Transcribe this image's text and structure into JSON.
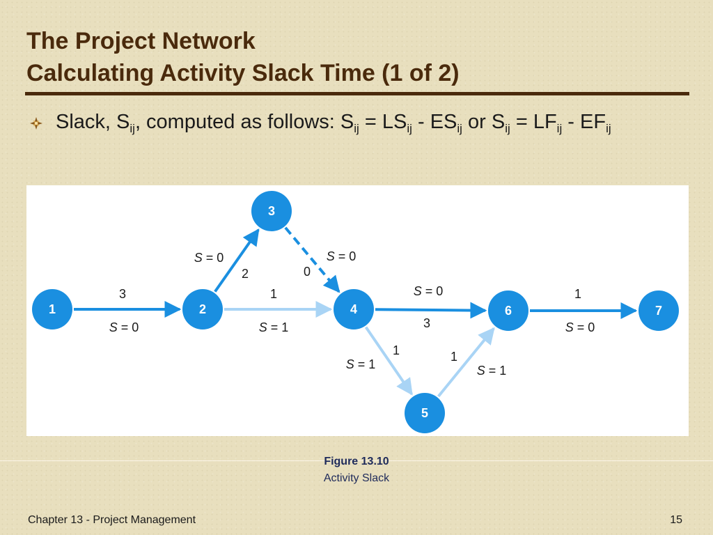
{
  "slide": {
    "title_line1": "The Project Network",
    "title_line2": "Calculating Activity Slack Time (1 of 2)",
    "bullet": {
      "part1": "Slack, S",
      "sub1": "ij",
      "part2": ", computed as follows:  S",
      "sub2": "ij",
      "part3": " = LS",
      "sub3": "ij",
      "part4": " - ES",
      "sub4": "ij",
      "part5": " or S",
      "sub5": "ij",
      "part6": " = LF",
      "sub6": "ij",
      "part7": " - EF",
      "sub7": "ij"
    },
    "figure_number": "Figure 13.10",
    "figure_caption": "Activity Slack",
    "footer_left": "Chapter 13 - Project Management",
    "footer_right": "15"
  },
  "colors": {
    "title": "#4a2a0c",
    "node": "#1a8fe0",
    "critical_edge": "#1a8fe0",
    "noncritical_edge": "#a9d4f5"
  },
  "network": {
    "nodes": [
      {
        "id": "1",
        "label": "1"
      },
      {
        "id": "2",
        "label": "2"
      },
      {
        "id": "3",
        "label": "3"
      },
      {
        "id": "4",
        "label": "4"
      },
      {
        "id": "5",
        "label": "5"
      },
      {
        "id": "6",
        "label": "6"
      },
      {
        "id": "7",
        "label": "7"
      }
    ],
    "edges": [
      {
        "from": "1",
        "to": "2",
        "duration": "3",
        "slack_prefix": "S",
        "slack_value": " = 0",
        "critical": true,
        "dashed": false
      },
      {
        "from": "2",
        "to": "3",
        "duration": "2",
        "slack_prefix": "S",
        "slack_value": " = 0",
        "critical": true,
        "dashed": false
      },
      {
        "from": "3",
        "to": "4",
        "duration": "0",
        "slack_prefix": "S",
        "slack_value": " = 0",
        "critical": true,
        "dashed": true
      },
      {
        "from": "2",
        "to": "4",
        "duration": "1",
        "slack_prefix": "S",
        "slack_value": " = 1",
        "critical": false,
        "dashed": false
      },
      {
        "from": "4",
        "to": "6",
        "duration": "3",
        "slack_prefix": "S",
        "slack_value": " = 0",
        "critical": true,
        "dashed": false
      },
      {
        "from": "4",
        "to": "5",
        "duration": "1",
        "slack_prefix": "S",
        "slack_value": " = 1",
        "critical": false,
        "dashed": false
      },
      {
        "from": "5",
        "to": "6",
        "duration": "1",
        "slack_prefix": "S",
        "slack_value": " = 1",
        "critical": false,
        "dashed": false
      },
      {
        "from": "6",
        "to": "7",
        "duration": "1",
        "slack_prefix": "S",
        "slack_value": " = 0",
        "critical": true,
        "dashed": false
      }
    ]
  }
}
